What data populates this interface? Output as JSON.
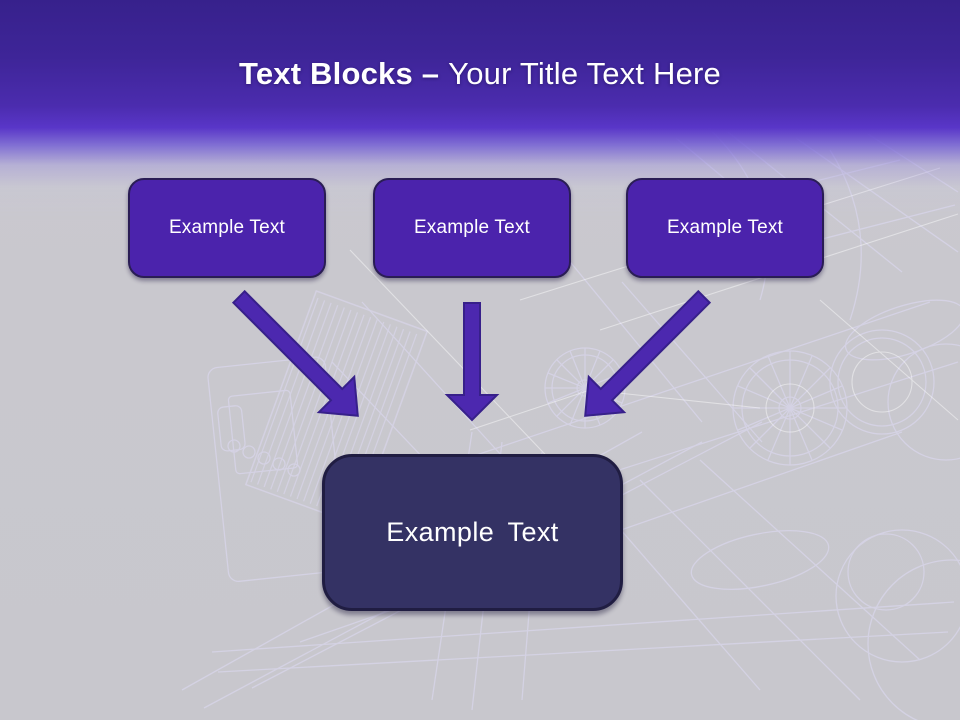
{
  "title": {
    "bold_part": "Text Blocks –",
    "regular_part": "Your Title Text Here"
  },
  "blocks": {
    "top": [
      {
        "label": "Example Text"
      },
      {
        "label": "Example Text"
      },
      {
        "label": "Example Text"
      }
    ],
    "bottom": {
      "label": "Example Text"
    }
  },
  "icons": {
    "arrow_left": "arrow-down-right-icon",
    "arrow_middle": "arrow-down-icon",
    "arrow_right": "arrow-down-left-icon"
  },
  "colors": {
    "header_gradient_top": "#37218c",
    "header_gradient_bottom": "#5936c8",
    "top_block_fill": "#4b23ac",
    "top_block_border": "#2a1d55",
    "bottom_block_fill": "#343264",
    "bottom_block_border": "#201d42",
    "arrow_fill": "#4c28af",
    "arrow_outline": "#37208a",
    "background": "#c9c8ce",
    "wireframe_line": "#dedbf6",
    "title_text": "#ffffff"
  }
}
